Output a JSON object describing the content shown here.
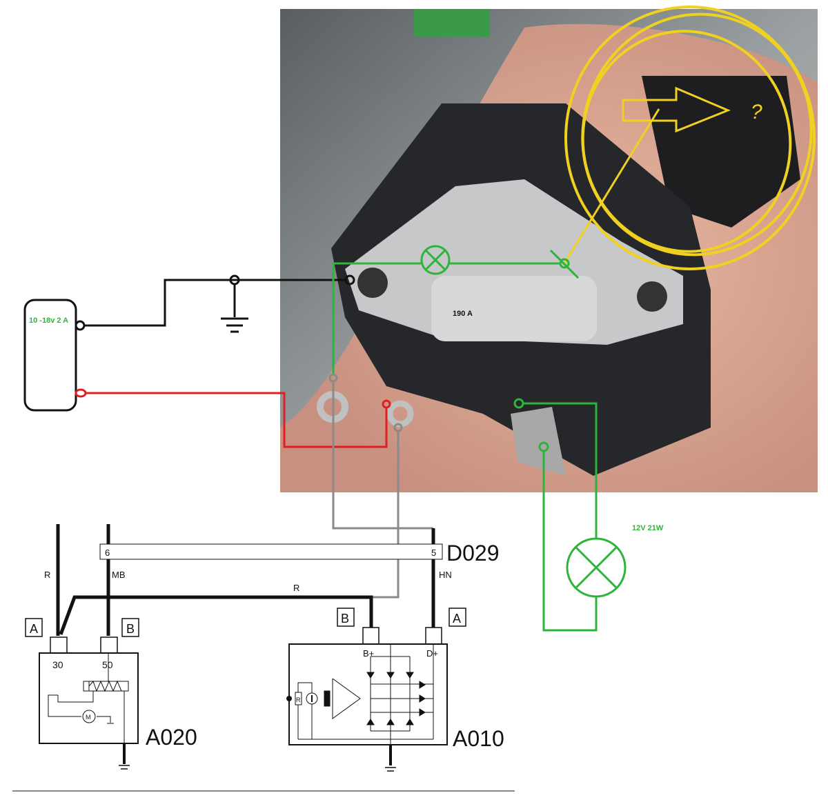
{
  "annotations": {
    "supply_label": "10 -18v 2 A",
    "rating_label": "190 A",
    "question_mark": "?",
    "lamp_label": "12V 21W"
  },
  "schematic": {
    "connector_id": "D029",
    "connector_pin_left": "6",
    "connector_pin_right": "5",
    "wire_r_left": "R",
    "wire_mb": "MB",
    "wire_hn": "HN",
    "wire_r_mid": "R",
    "starter": {
      "id": "A020",
      "conn_a": "A",
      "conn_b": "B",
      "term_30": "30",
      "term_50": "50",
      "motor": "M"
    },
    "alternator": {
      "id": "A010",
      "conn_b": "B",
      "conn_a": "A",
      "term_bplus": "B+",
      "term_dplus": "D+",
      "resistor": "R"
    }
  },
  "colors": {
    "green": "#2db43a",
    "red": "#e02020",
    "gray": "#8a8a8a",
    "yellow": "#f0d020",
    "black": "#111111"
  }
}
